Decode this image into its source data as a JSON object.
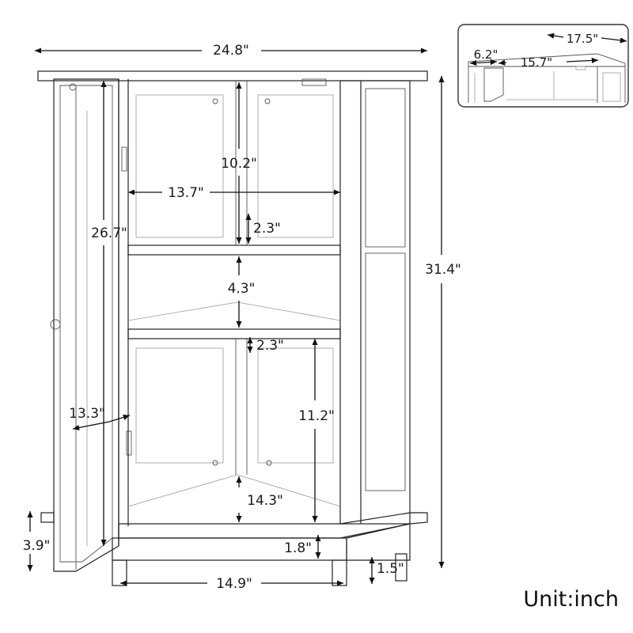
{
  "dimensions": {
    "total_width": "24.8\"",
    "total_height": "31.4\"",
    "door_height": "26.7\"",
    "inner_width": "13.7\"",
    "top_compartment": "10.2\"",
    "top_shelf_gap": "2.3\"",
    "middle_compartment": "4.3\"",
    "middle_shelf_gap": "2.3\"",
    "door_width": "13.3\"",
    "lower_upper": "11.2\"",
    "lower_compartment": "14.3\"",
    "base_height": "3.9\"",
    "plinth_height": "1.8\"",
    "leg_height": "1.5\"",
    "bottom_width": "14.9\""
  },
  "inset": {
    "depth": "17.5\"",
    "side": "6.2\"",
    "front": "15.7\""
  },
  "unit_label": "Unit:inch"
}
